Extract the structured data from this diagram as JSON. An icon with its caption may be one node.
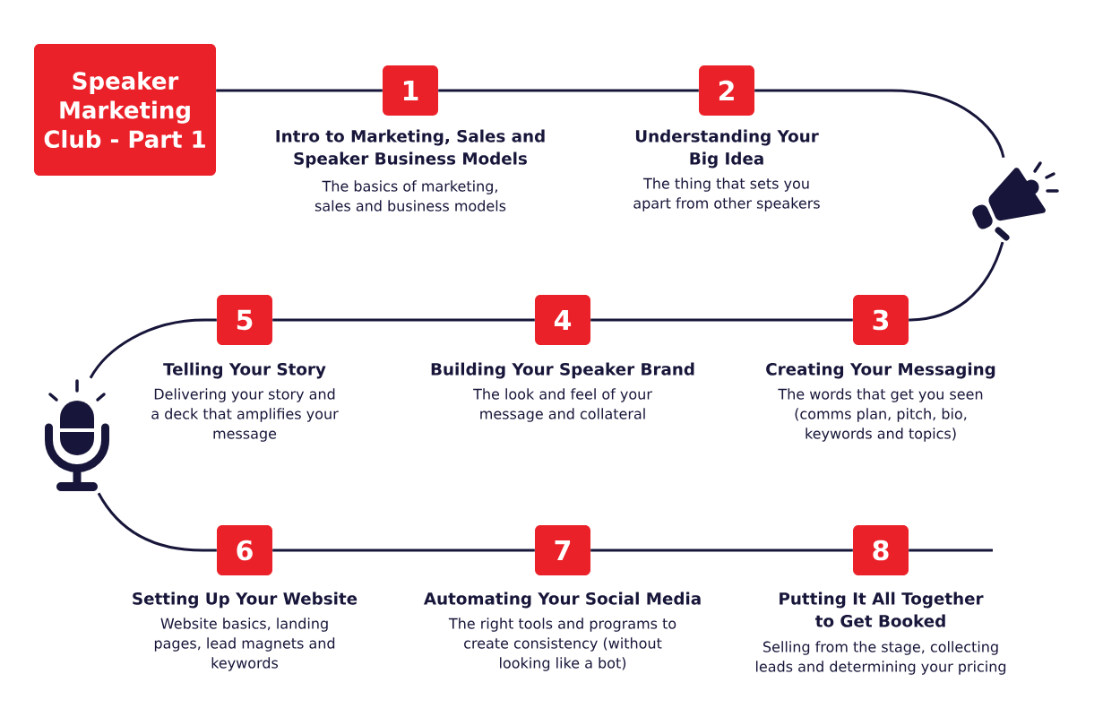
{
  "diagram": {
    "nodes": [
      {
        "text": [
          "Speaker Marketing Club - Part 1"
        ]
      },
      {
        "text": [
          "1"
        ],
        "beside": [
          "Intro to Marketing, Sales and Speaker Business Models",
          "The basics of marketing, sales and business models"
        ]
      },
      {
        "text": [
          "2"
        ],
        "beside": [
          "Understanding Your Big Idea",
          "The thing that sets you apart from other speakers"
        ]
      },
      {
        "text": [],
        "shape": "picture"
      },
      {
        "text": [
          "3"
        ],
        "beside": [
          "Creating Your Messaging",
          "The words that get you seen (comms plan, pitch, bio, keywords and topics)"
        ]
      },
      {
        "text": [
          "4"
        ],
        "beside": [
          "Building Your Speaker Brand",
          "The look and feel of your message and collateral"
        ]
      },
      {
        "text": [
          "5"
        ],
        "beside": [
          "Telling Your Story",
          "Delivering your story and a deck that amplifies your message"
        ]
      },
      {
        "text": [],
        "shape": "picture"
      },
      {
        "text": [
          "6"
        ],
        "beside": [
          "Setting Up Your Website",
          "Website basics, landing pages, lead magnets and keywords"
        ]
      },
      {
        "text": [
          "7"
        ],
        "beside": [
          "Automating Your Social Media",
          "The right tools and programs to create consistency (without looking like a bot)"
        ]
      },
      {
        "text": [
          "8"
        ],
        "beside": [
          "Putting It All Together to Get Booked",
          "Selling from the stage, collecting leads and determining your pricing"
        ]
      }
    ],
    "edges": [
      {
        "from": 0,
        "to": 1,
        "arrow": "none"
      },
      {
        "from": 1,
        "to": 2,
        "arrow": "none"
      },
      {
        "from": 2,
        "to": 3,
        "arrow": "none"
      },
      {
        "from": 3,
        "to": 4,
        "arrow": "none"
      },
      {
        "from": 4,
        "to": 5,
        "arrow": "none"
      },
      {
        "from": 5,
        "to": 6,
        "arrow": "none"
      },
      {
        "from": 6,
        "to": 7,
        "arrow": "none"
      },
      {
        "from": 7,
        "to": 8,
        "arrow": "none"
      },
      {
        "from": 8,
        "to": 9,
        "arrow": "none"
      },
      {
        "from": 9,
        "to": 10,
        "arrow": "none"
      },
      {
        "from": 10,
        "to": null,
        "arrow": "none"
      }
    ]
  }
}
